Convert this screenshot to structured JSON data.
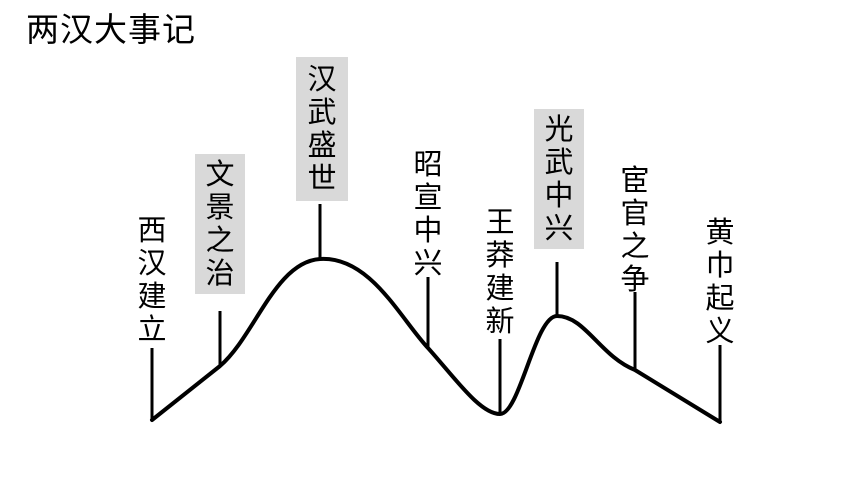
{
  "title": "两汉大事记",
  "events": [
    {
      "label": "西汉建立",
      "highlight": false
    },
    {
      "label": "文景之治",
      "highlight": true
    },
    {
      "label": "汉武盛世",
      "highlight": true
    },
    {
      "label": "昭宣中兴",
      "highlight": false
    },
    {
      "label": "王莽建新",
      "highlight": false
    },
    {
      "label": "光武中兴",
      "highlight": true
    },
    {
      "label": "宦官之争",
      "highlight": false
    },
    {
      "label": "黄巾起义",
      "highlight": false
    }
  ],
  "colors": {
    "line": "#000000",
    "highlight_bg": "#d9d9d9"
  }
}
